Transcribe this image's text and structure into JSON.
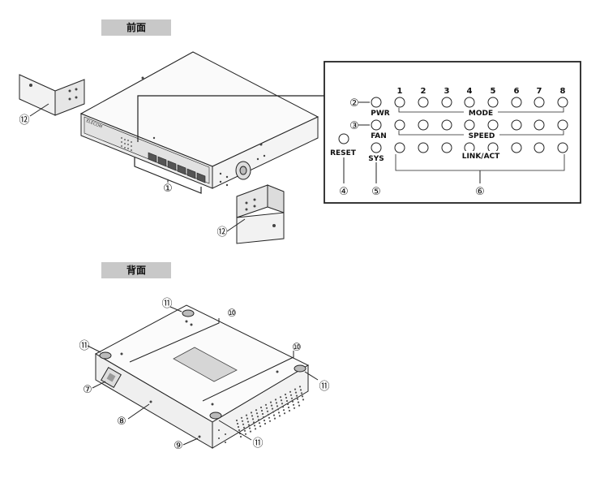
{
  "sections": {
    "front_label": "前面",
    "back_label": "背面"
  },
  "front_panel": {
    "port_numbers": [
      "1",
      "2",
      "3",
      "4",
      "5",
      "6",
      "7",
      "8"
    ],
    "row_labels": {
      "mode": "MODE",
      "speed": "SPEED",
      "link": "LINK/ACT"
    },
    "leds": {
      "pwr": "PWR",
      "fan": "FAN",
      "sys": "SYS"
    },
    "reset_label": "RESET",
    "callouts": {
      "c1": "①",
      "c2": "②",
      "c3": "③",
      "c4": "④",
      "c5": "⑤",
      "c6": "⑥",
      "c12a": "⑫",
      "c12b": "⑫"
    }
  },
  "back_panel": {
    "callouts": {
      "c7": "⑦",
      "c8": "⑧",
      "c9": "⑨",
      "c10a": "⑩",
      "c10b": "⑩",
      "c11a": "⑪",
      "c11b": "⑪",
      "c11c": "⑪",
      "c11d": "⑪"
    }
  },
  "device_brand_text": "ELECOM"
}
